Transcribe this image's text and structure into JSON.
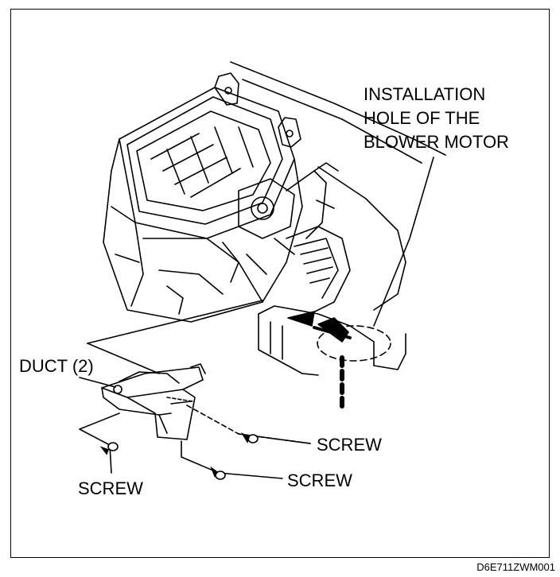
{
  "callouts": {
    "install_hole_line1": "INSTALLATION",
    "install_hole_line2": "HOLE OF THE",
    "install_hole_line3": "BLOWER MOTOR",
    "duct": "DUCT (2)",
    "screw_right_upper": "SCREW",
    "screw_right_lower": "SCREW",
    "screw_left": "SCREW"
  },
  "figure_code": "D6E711ZWM001"
}
